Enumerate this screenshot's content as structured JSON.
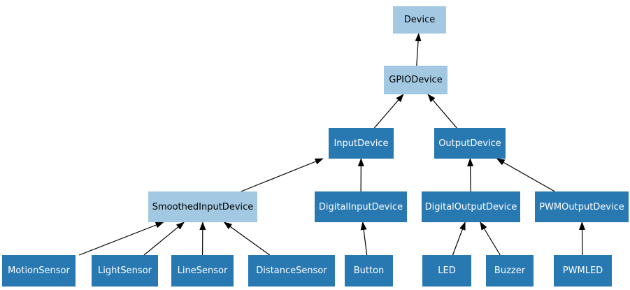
{
  "colors": {
    "background": "#ffffff",
    "light_node_fill": "#a2c8e2",
    "light_node_text": "#000000",
    "dark_node_fill": "#2878b2",
    "dark_node_text": "#ffffff",
    "edge_color": "#000000"
  },
  "nodes": [
    {
      "id": "device",
      "label": "Device",
      "variant": "light"
    },
    {
      "id": "gpiodevice",
      "label": "GPIODevice",
      "variant": "light"
    },
    {
      "id": "inputdevice",
      "label": "InputDevice",
      "variant": "dark"
    },
    {
      "id": "outputdevice",
      "label": "OutputDevice",
      "variant": "dark"
    },
    {
      "id": "smoothedinputdevice",
      "label": "SmoothedInputDevice",
      "variant": "light"
    },
    {
      "id": "digitalinputdevice",
      "label": "DigitalInputDevice",
      "variant": "dark"
    },
    {
      "id": "digitaloutputdevice",
      "label": "DigitalOutputDevice",
      "variant": "dark"
    },
    {
      "id": "pwmoutputdevice",
      "label": "PWMOutputDevice",
      "variant": "dark"
    },
    {
      "id": "motionsensor",
      "label": "MotionSensor",
      "variant": "dark"
    },
    {
      "id": "lightsensor",
      "label": "LightSensor",
      "variant": "dark"
    },
    {
      "id": "linesensor",
      "label": "LineSensor",
      "variant": "dark"
    },
    {
      "id": "distancesensor",
      "label": "DistanceSensor",
      "variant": "dark"
    },
    {
      "id": "button",
      "label": "Button",
      "variant": "dark"
    },
    {
      "id": "led",
      "label": "LED",
      "variant": "dark"
    },
    {
      "id": "buzzer",
      "label": "Buzzer",
      "variant": "dark"
    },
    {
      "id": "pwmled",
      "label": "PWMLED",
      "variant": "dark"
    }
  ],
  "edges": [
    {
      "from": "gpiodevice",
      "to": "device"
    },
    {
      "from": "inputdevice",
      "to": "gpiodevice"
    },
    {
      "from": "outputdevice",
      "to": "gpiodevice"
    },
    {
      "from": "smoothedinputdevice",
      "to": "inputdevice"
    },
    {
      "from": "digitalinputdevice",
      "to": "inputdevice"
    },
    {
      "from": "digitaloutputdevice",
      "to": "outputdevice"
    },
    {
      "from": "pwmoutputdevice",
      "to": "outputdevice"
    },
    {
      "from": "motionsensor",
      "to": "smoothedinputdevice"
    },
    {
      "from": "lightsensor",
      "to": "smoothedinputdevice"
    },
    {
      "from": "linesensor",
      "to": "smoothedinputdevice"
    },
    {
      "from": "distancesensor",
      "to": "smoothedinputdevice"
    },
    {
      "from": "button",
      "to": "digitalinputdevice"
    },
    {
      "from": "led",
      "to": "digitaloutputdevice"
    },
    {
      "from": "buzzer",
      "to": "digitaloutputdevice"
    },
    {
      "from": "pwmled",
      "to": "pwmoutputdevice"
    }
  ]
}
